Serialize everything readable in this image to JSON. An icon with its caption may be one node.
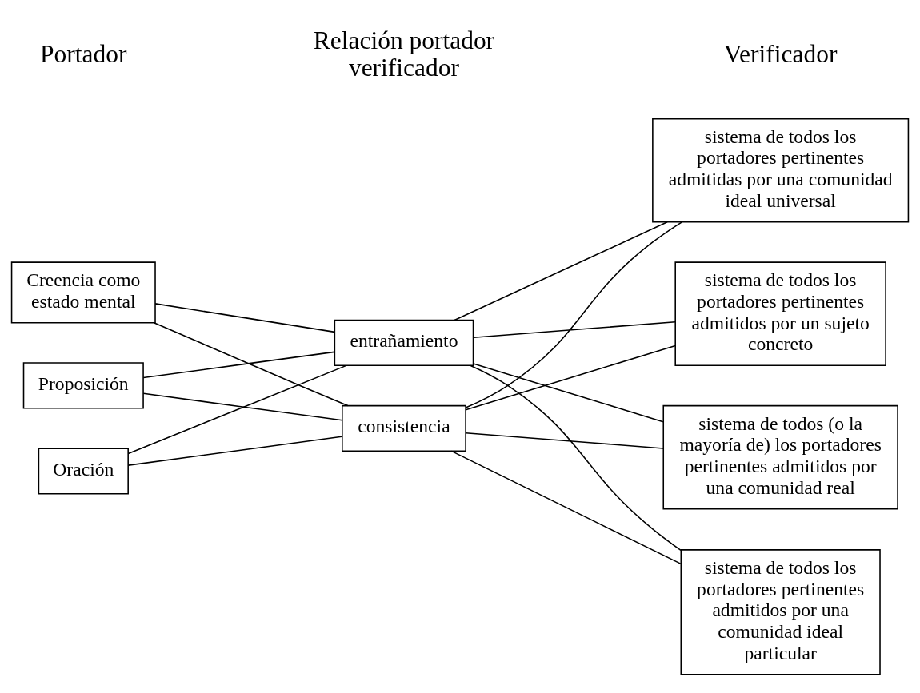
{
  "diagram": {
    "nodes": [
      {
        "text": [
          "Creencia como estado mental"
        ]
      },
      {
        "text": [
          "Proposición"
        ]
      },
      {
        "text": [
          "Oración"
        ]
      },
      {
        "text": [
          "entrañamiento"
        ]
      },
      {
        "text": [
          "consistencia"
        ]
      },
      {
        "text": [
          "sistema de todos los portadores pertinentes admitidos por un sujeto concreto"
        ]
      },
      {
        "text": [
          "sistema de todos (o la mayoría de) los portadores pertinentes admitidos por una comunidad real"
        ]
      },
      {
        "text": [
          "sistema de todos los portadores pertinentes admitidos por una comunidad ideal particular"
        ]
      },
      {
        "text": [
          "sistema de todos los portadores pertinentes admitidas por una comunidad ideal universal"
        ]
      }
    ],
    "edges": [
      {
        "from": 0,
        "to": 3,
        "arrow": "none"
      },
      {
        "from": 0,
        "to": 4,
        "arrow": "none"
      },
      {
        "from": 1,
        "to": 3,
        "arrow": "none"
      },
      {
        "from": 1,
        "to": 4,
        "arrow": "none"
      },
      {
        "from": 2,
        "to": 3,
        "arrow": "none"
      },
      {
        "from": 2,
        "to": 4,
        "arrow": "none"
      },
      {
        "from": 3,
        "to": 5,
        "arrow": "none"
      },
      {
        "from": 3,
        "to": 6,
        "arrow": "none"
      },
      {
        "from": 3,
        "to": 7,
        "arrow": "none"
      },
      {
        "from": 3,
        "to": 8,
        "arrow": "none"
      },
      {
        "from": 4,
        "to": 5,
        "arrow": "none"
      },
      {
        "from": 4,
        "to": 6,
        "arrow": "none"
      },
      {
        "from": 4,
        "to": 7,
        "arrow": "none"
      },
      {
        "from": 4,
        "to": 8,
        "arrow": "none"
      }
    ],
    "labels": [
      "Portador",
      "Relación portador verificador",
      "Verificador"
    ]
  }
}
